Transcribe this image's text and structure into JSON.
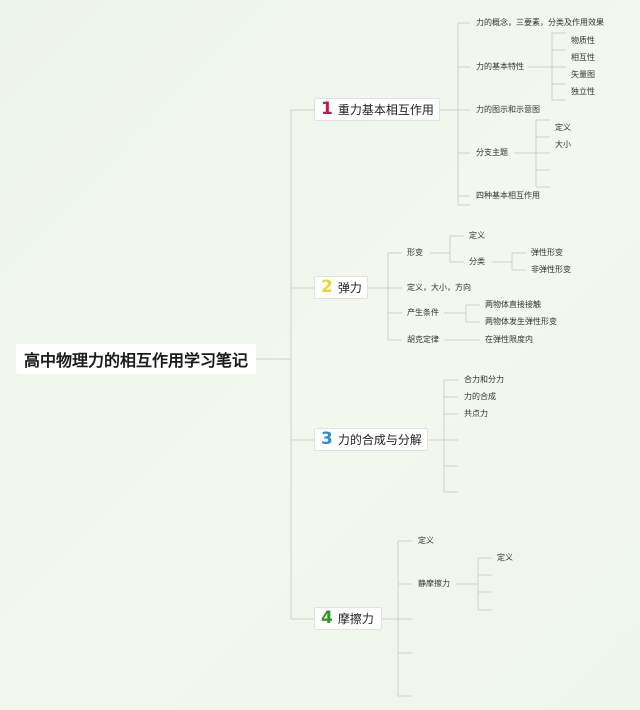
{
  "title": "高中物理力的相互作用学习笔记",
  "colors": {
    "background": "#eef5ea",
    "line": "#cfcfcf",
    "branch1": "#c21a4a",
    "branch2": "#ecd52e",
    "branch3": "#2a8fd0",
    "branch4": "#2e9a2e"
  },
  "branches": [
    {
      "num": "1",
      "label": "重力基本相互作用",
      "children": [
        {
          "label": "力的概念，三要素，分类及作用效果"
        },
        {
          "label": "力的基本特性",
          "children": [
            "物质性",
            "相互性",
            "矢量图",
            "独立性"
          ]
        },
        {
          "label": "力的图示和示意图"
        },
        {
          "label": "分支主题",
          "children": [
            "定义",
            "大小"
          ]
        },
        {
          "label": "四种基本相互作用"
        }
      ]
    },
    {
      "num": "2",
      "label": "弹力",
      "children": [
        {
          "label": "形变",
          "children": [
            "定义",
            "分类"
          ],
          "grandchildren": [
            "弹性形变",
            "非弹性形变"
          ]
        },
        {
          "label": "定义，大小，方向"
        },
        {
          "label": "产生条件",
          "children": [
            "两物体直接接触",
            "两物体发生弹性形变"
          ]
        },
        {
          "label": "胡克定律",
          "children": [
            "在弹性限度内"
          ]
        }
      ]
    },
    {
      "num": "3",
      "label": "力的合成与分解",
      "children": [
        {
          "label": "合力和分力"
        },
        {
          "label": "力的合成"
        },
        {
          "label": "共点力"
        }
      ]
    },
    {
      "num": "4",
      "label": "摩擦力",
      "children": [
        {
          "label": "定义"
        },
        {
          "label": "静摩擦力",
          "children": [
            "定义"
          ]
        }
      ]
    }
  ]
}
